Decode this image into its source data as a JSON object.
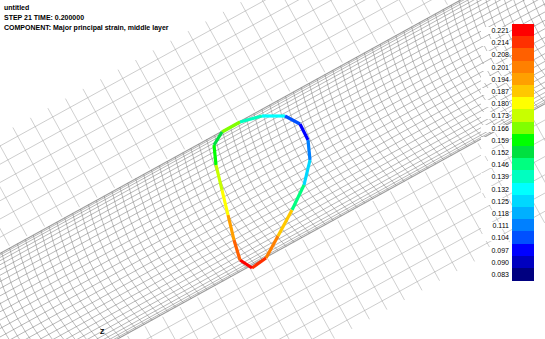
{
  "diagram": {
    "title": "untitled",
    "labels": [
      "STEP 21   TIME:    0.200000",
      "COMPONENT: Major principal strain, middle layer",
      "Z"
    ],
    "legend": [
      {
        "text": "0.221",
        "color": "#ff0000"
      },
      {
        "text": "0.214",
        "color": "#ff3000"
      },
      {
        "text": "0.208",
        "color": "#ff6000"
      },
      {
        "text": "0.201",
        "color": "#ff8000"
      },
      {
        "text": "0.194",
        "color": "#ffa000"
      },
      {
        "text": "0.187",
        "color": "#ffc800"
      },
      {
        "text": "0.180",
        "color": "#ffff00"
      },
      {
        "text": "0.173",
        "color": "#c8ff00"
      },
      {
        "text": "0.166",
        "color": "#80ff00"
      },
      {
        "text": "0.159",
        "color": "#00ff00"
      },
      {
        "text": "0.152",
        "color": "#00e040"
      },
      {
        "text": "0.146",
        "color": "#00ff80"
      },
      {
        "text": "0.139",
        "color": "#00ffc0"
      },
      {
        "text": "0.132",
        "color": "#00ffff"
      },
      {
        "text": "0.125",
        "color": "#00d8ff"
      },
      {
        "text": "0.118",
        "color": "#00b0ff"
      },
      {
        "text": "0.111",
        "color": "#0080ff"
      },
      {
        "text": "0.104",
        "color": "#0050ff"
      },
      {
        "text": "0.097",
        "color": "#0000ff"
      },
      {
        "text": "0.090",
        "color": "#0000c0"
      },
      {
        "text": "0.083",
        "color": "#000080"
      }
    ]
  }
}
